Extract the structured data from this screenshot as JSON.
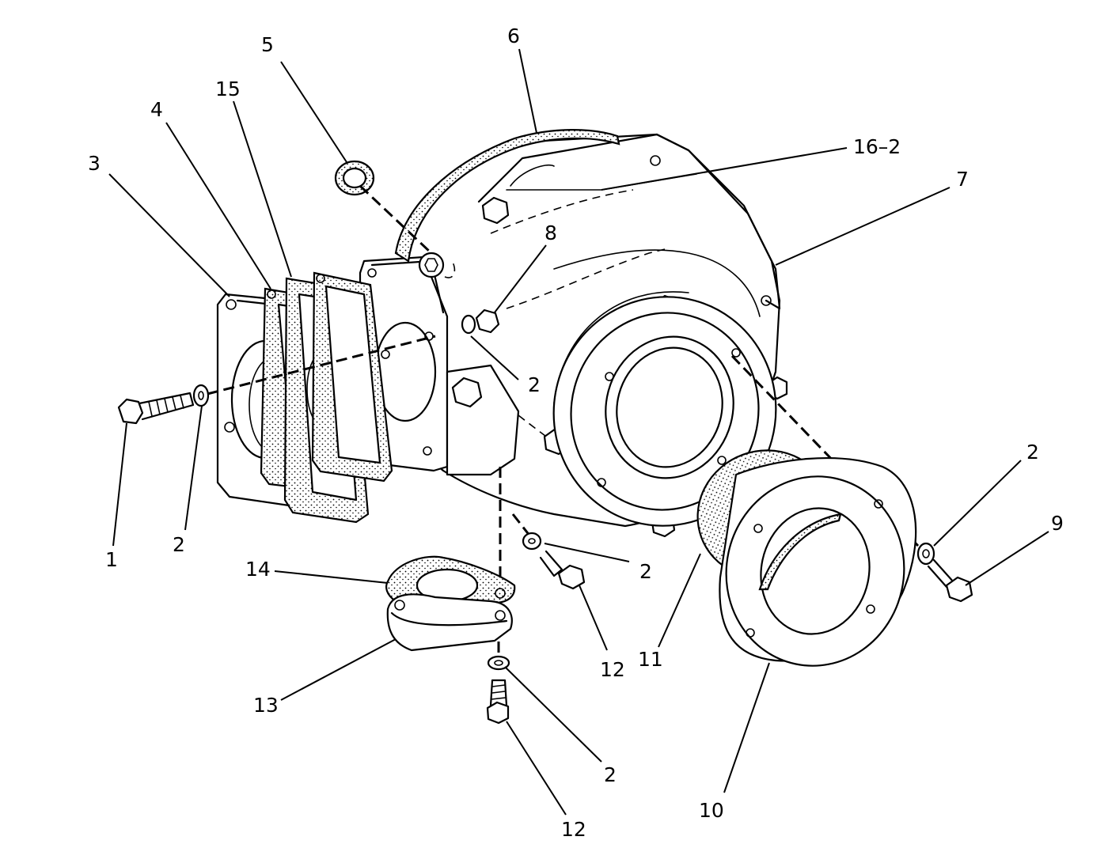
{
  "callouts": [
    {
      "id": "c1",
      "text": "1"
    },
    {
      "id": "c2a",
      "text": "2"
    },
    {
      "id": "c3",
      "text": "3"
    },
    {
      "id": "c4",
      "text": "4"
    },
    {
      "id": "c15",
      "text": "15"
    },
    {
      "id": "c5",
      "text": "5"
    },
    {
      "id": "c6",
      "text": "6"
    },
    {
      "id": "c16",
      "text": "16–2"
    },
    {
      "id": "c7",
      "text": "7"
    },
    {
      "id": "c8",
      "text": "8"
    },
    {
      "id": "c2b",
      "text": "2"
    },
    {
      "id": "c2c",
      "text": "2"
    },
    {
      "id": "c9",
      "text": "9"
    },
    {
      "id": "c14",
      "text": "14"
    },
    {
      "id": "c2d",
      "text": "2"
    },
    {
      "id": "c12a",
      "text": "12"
    },
    {
      "id": "c11",
      "text": "11"
    },
    {
      "id": "c13",
      "text": "13"
    },
    {
      "id": "c2e",
      "text": "2"
    },
    {
      "id": "c10",
      "text": "10"
    },
    {
      "id": "c12b",
      "text": "12"
    }
  ]
}
